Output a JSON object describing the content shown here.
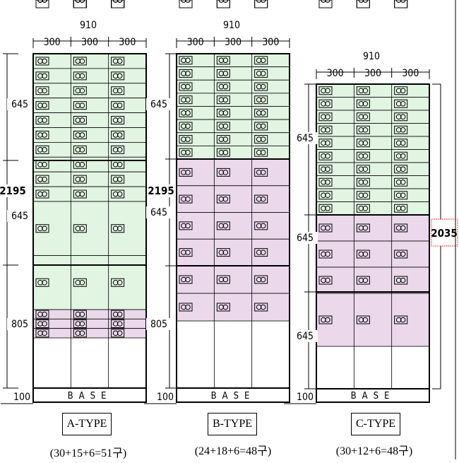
{
  "columns_width_label": "910",
  "column_labels": [
    "300",
    "300",
    "300"
  ],
  "base_label": "BASE",
  "base_height_label": "100",
  "drawer_icon": "drawer-handle-icon",
  "colors": {
    "green": "#e2f4e2",
    "pink": "#ebd8eb",
    "yellow": "#f7f7c4",
    "line": "#000000",
    "dotted": "#ff0000"
  },
  "types": [
    {
      "name": "A-TYPE",
      "count": "(30+15+6=51구)",
      "total_label": "2195",
      "sections": [
        {
          "label": "645",
          "zones": [
            {
              "color": "green",
              "rows": 10
            }
          ]
        },
        {
          "label": "645",
          "zones": [
            {
              "color": "green",
              "rows": 2
            },
            {
              "color": "pink",
              "rows": 3
            }
          ]
        },
        {
          "label": "805",
          "zones": [
            {
              "color": "pink",
              "rows": 2
            },
            {
              "color": "yellow",
              "rows": 2
            }
          ]
        }
      ]
    },
    {
      "name": "B-TYPE",
      "count": "(24+18+6=48구)",
      "total_label": "2195",
      "sections": [
        {
          "label": "645",
          "zones": [
            {
              "color": "green",
              "rows": 8
            }
          ]
        },
        {
          "label": "645",
          "zones": [
            {
              "color": "pink",
              "rows": 4
            }
          ]
        },
        {
          "label": "805",
          "zones": [
            {
              "color": "pink",
              "rows": 2
            },
            {
              "color": "yellow",
              "rows": 2
            }
          ]
        }
      ]
    },
    {
      "name": "C-TYPE",
      "count": "(30+12+6=48구)",
      "total_label": "2035",
      "sections": [
        {
          "label": "645",
          "zones": [
            {
              "color": "green",
              "rows": 10
            }
          ]
        },
        {
          "label": "645",
          "zones": [
            {
              "color": "pink",
              "rows": 3
            }
          ]
        },
        {
          "label": "645",
          "zones": [
            {
              "color": "pink",
              "rows": 1
            },
            {
              "color": "yellow",
              "rows": 2
            }
          ]
        }
      ]
    }
  ]
}
